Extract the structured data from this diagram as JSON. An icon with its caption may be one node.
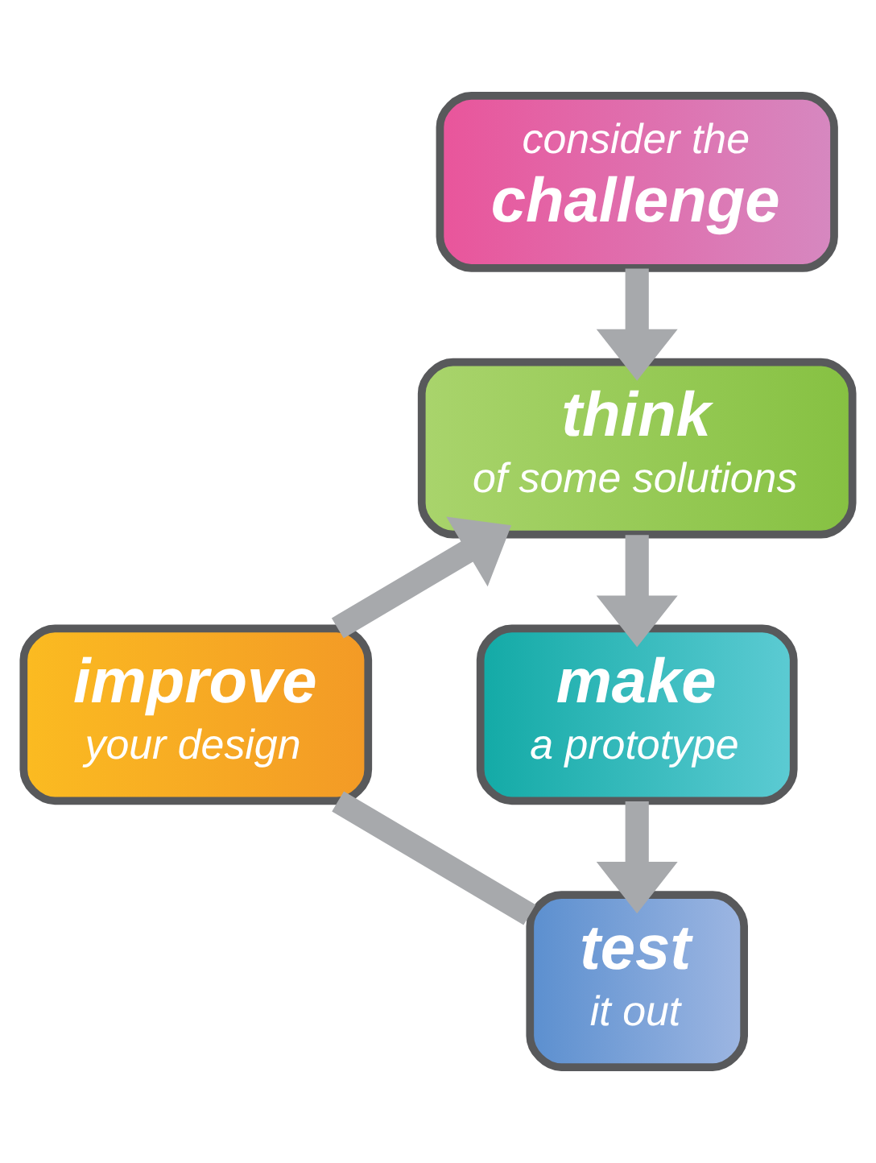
{
  "diagram": {
    "nodes": [
      {
        "text": [
          "consider the",
          "challenge"
        ]
      },
      {
        "text": [
          "think",
          "of some solutions"
        ]
      },
      {
        "text": [
          "make",
          "a prototype"
        ]
      },
      {
        "text": [
          "test",
          "it out"
        ]
      },
      {
        "text": [
          "improve",
          "your design"
        ]
      }
    ],
    "edges": [
      {
        "from": 0,
        "to": 1,
        "arrow": "to"
      },
      {
        "from": 1,
        "to": 2,
        "arrow": "to"
      },
      {
        "from": 2,
        "to": 3,
        "arrow": "to"
      },
      {
        "from": 3,
        "to": 4,
        "arrow": "none"
      },
      {
        "from": 4,
        "to": 1,
        "arrow": "to"
      }
    ]
  }
}
